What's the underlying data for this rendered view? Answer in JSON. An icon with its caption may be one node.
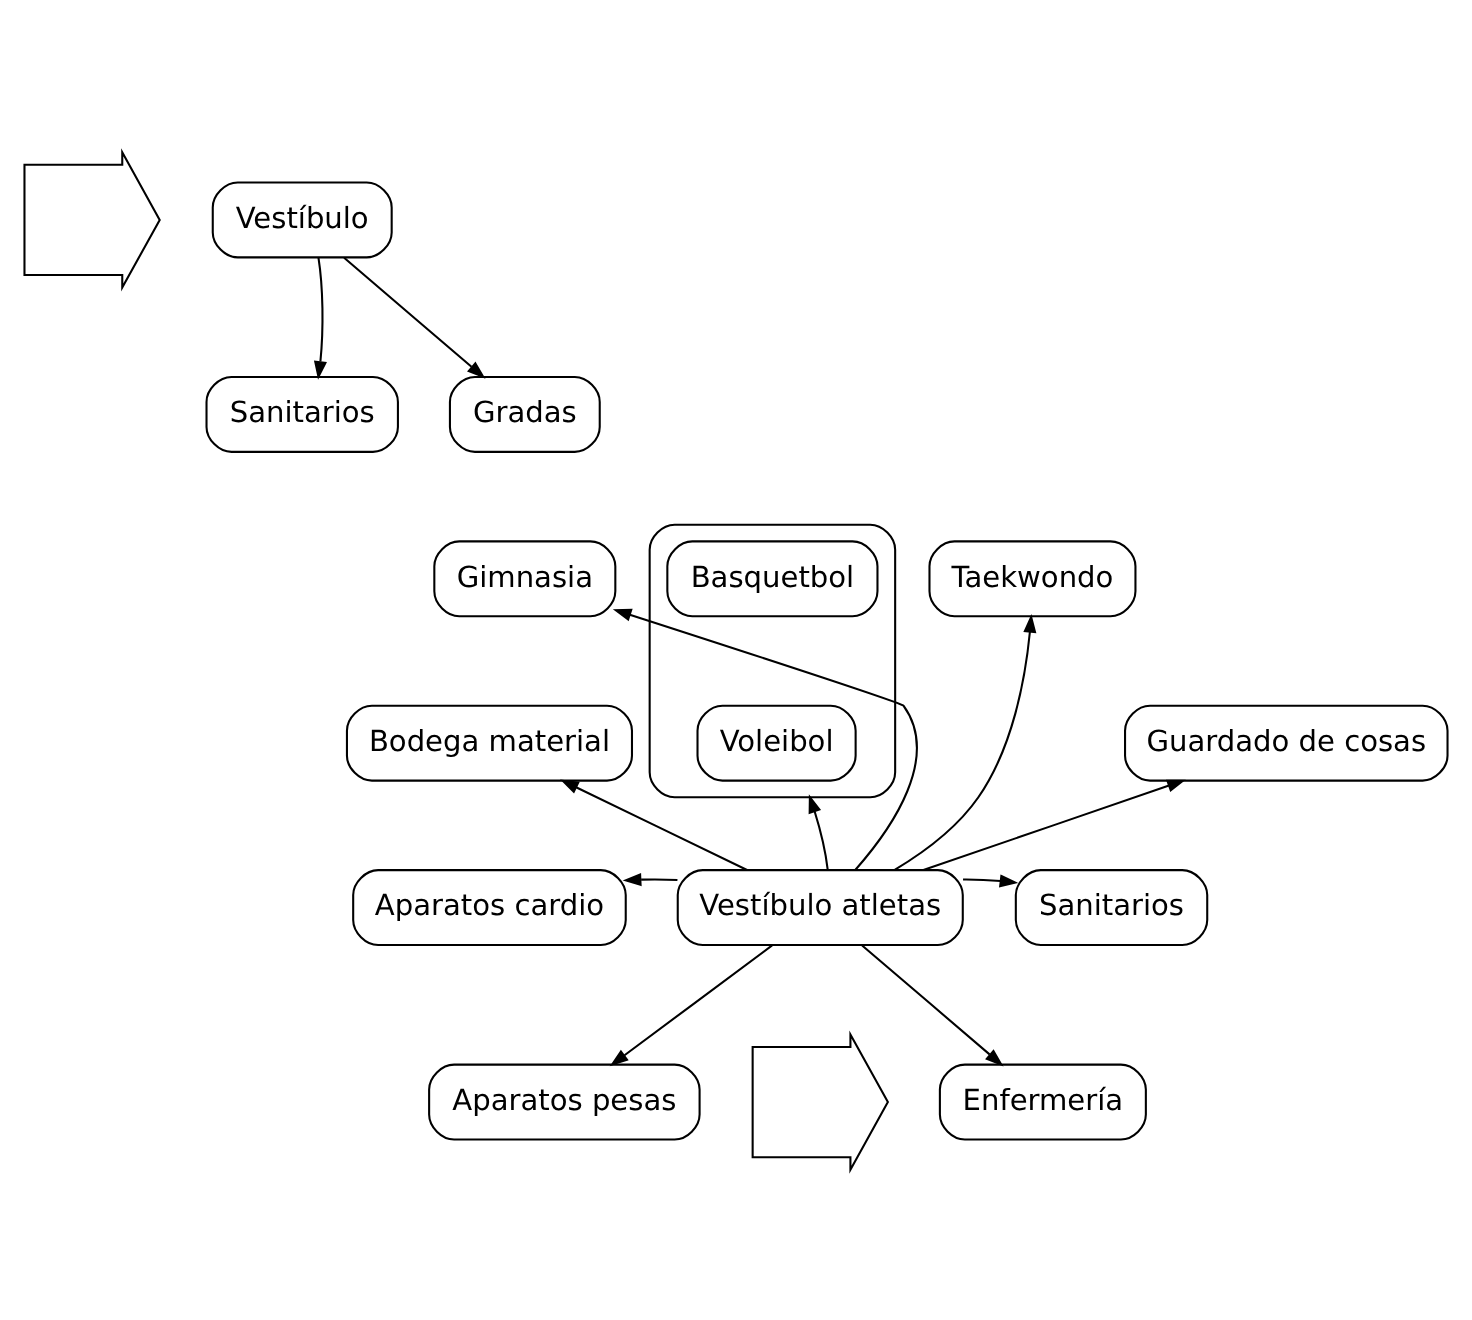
{
  "diagram": {
    "nodes": [
      {
        "text": [],
        "shape": "arrow"
      },
      {
        "text": [
          "Vestíbulo"
        ]
      },
      {
        "text": [
          "Sanitarios"
        ]
      },
      {
        "text": [
          "Gradas"
        ]
      },
      {
        "text": [
          "Gimnasia"
        ]
      },
      {
        "text": [],
        "shape": "box"
      },
      {
        "text": [
          "Basquetbol"
        ],
        "in": 5
      },
      {
        "text": [
          "Voleibol"
        ],
        "in": 5
      },
      {
        "text": [
          "Taekwondo"
        ]
      },
      {
        "text": [
          "Bodega material"
        ]
      },
      {
        "text": [
          "Guardado de cosas"
        ]
      },
      {
        "text": [
          "Aparatos cardio"
        ]
      },
      {
        "text": [
          "Vestíbulo atletas"
        ]
      },
      {
        "text": [
          "Sanitarios"
        ]
      },
      {
        "text": [
          "Aparatos pesas"
        ]
      },
      {
        "text": [
          "Enfermería"
        ]
      },
      {
        "text": [],
        "shape": "arrow"
      }
    ],
    "edges": [
      {
        "from": 1,
        "to": 2,
        "arrow": "to"
      },
      {
        "from": 1,
        "to": 3,
        "arrow": "to"
      },
      {
        "from": 12,
        "to": 4,
        "arrow": "to"
      },
      {
        "from": 12,
        "to": 5,
        "arrow": "to"
      },
      {
        "from": 12,
        "to": 8,
        "arrow": "to"
      },
      {
        "from": 12,
        "to": 9,
        "arrow": "to"
      },
      {
        "from": 12,
        "to": 10,
        "arrow": "to"
      },
      {
        "from": 12,
        "to": 11,
        "arrow": "to"
      },
      {
        "from": 12,
        "to": 13,
        "arrow": "to"
      },
      {
        "from": 12,
        "to": 14,
        "arrow": "to"
      },
      {
        "from": 12,
        "to": 15,
        "arrow": "to"
      }
    ]
  }
}
